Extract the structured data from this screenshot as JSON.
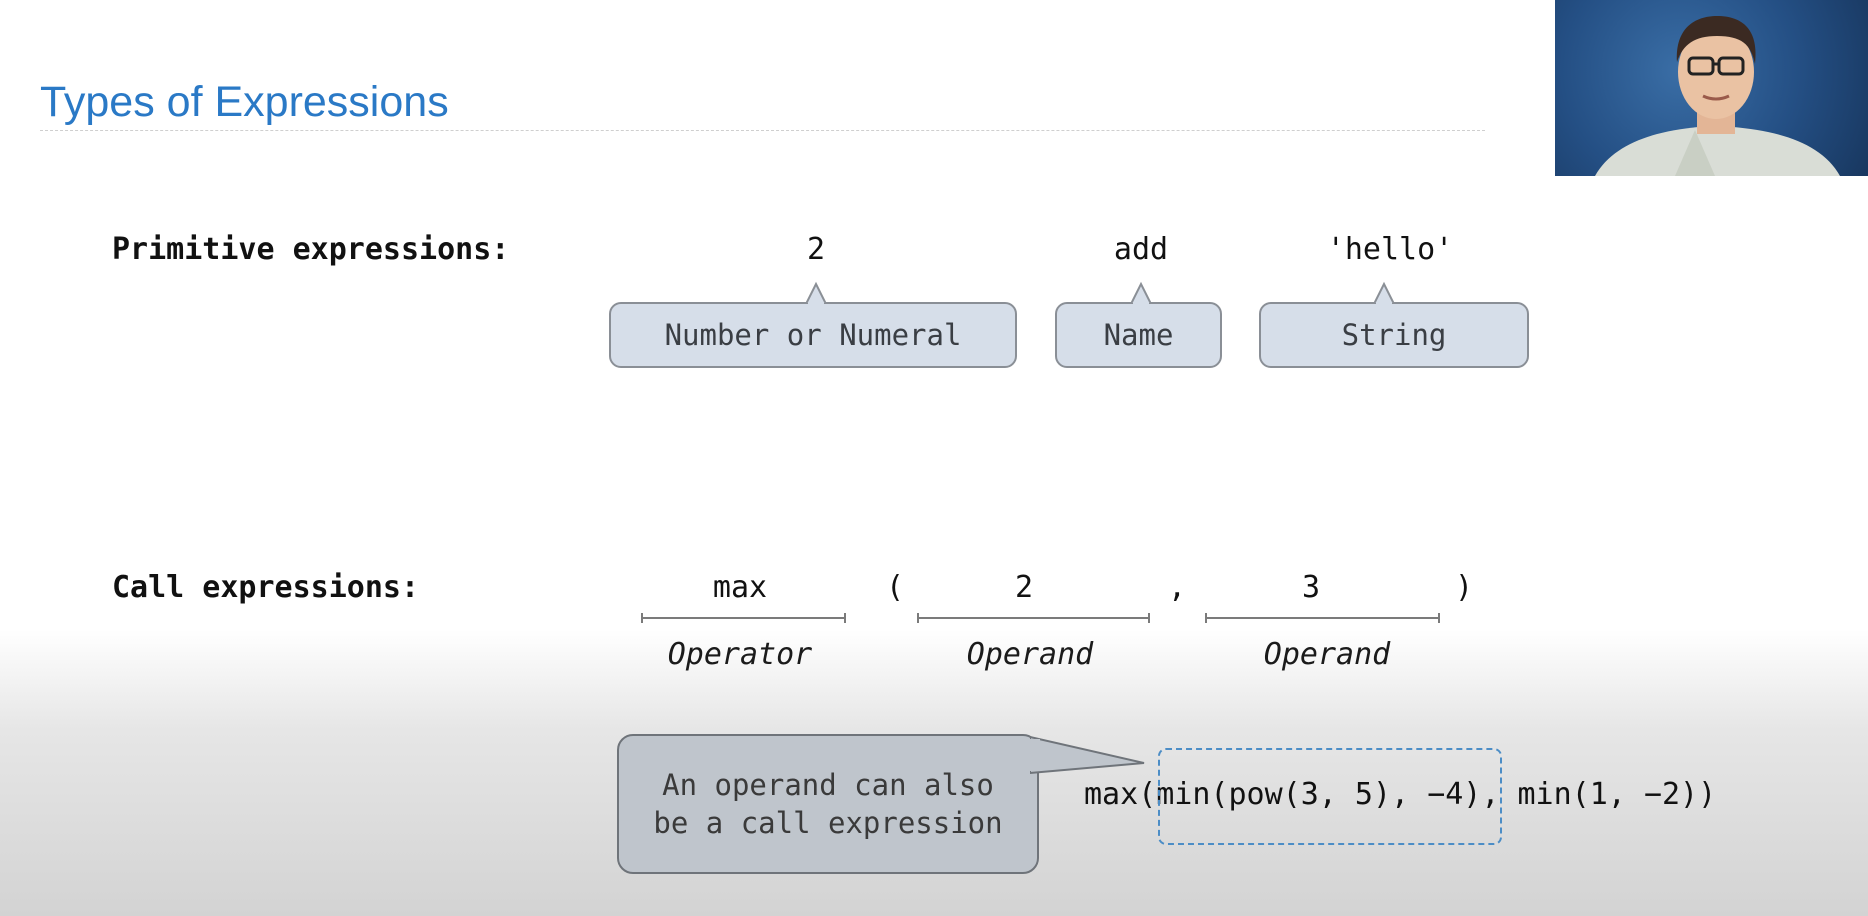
{
  "slide": {
    "title": "Types of Expressions"
  },
  "primitive": {
    "label": "Primitive expressions:",
    "examples": [
      {
        "code": "2",
        "type": "Number or Numeral"
      },
      {
        "code": "add",
        "type": "Name"
      },
      {
        "code": "'hello'",
        "type": "String"
      }
    ]
  },
  "call": {
    "label": "Call expressions:",
    "operator": "max",
    "open_paren": "(",
    "operand1": "2",
    "comma": ",",
    "operand2": "3",
    "close_paren": ")",
    "roles": {
      "operator": "Operator",
      "operand1": "Operand",
      "operand2": "Operand"
    }
  },
  "nested": {
    "callout_line1": "An operand can also",
    "callout_line2": "be a call expression",
    "expression": "max(min(pow(3, 5), −4), min(1, −2))"
  },
  "colors": {
    "title": "#2a79c6",
    "callout_fill": "#d6dee9",
    "bubble_fill": "#bfc5cc",
    "highlight_border": "#4c8dc6"
  }
}
